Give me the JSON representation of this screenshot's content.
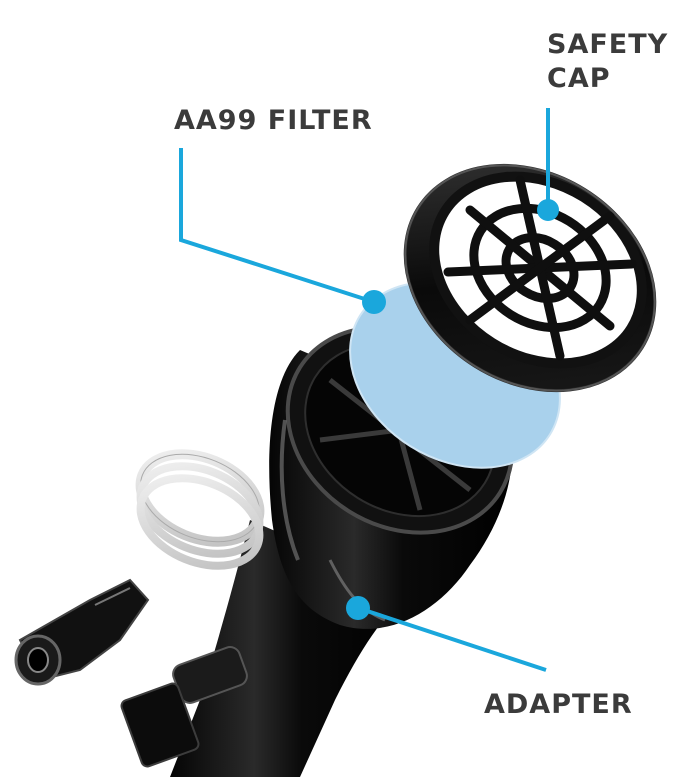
{
  "colors": {
    "label_text": "#3b3b3b",
    "callout_line": "#1aa7dc",
    "callout_dot": "#1aa7dc",
    "filter_disc": "#a9d1ec",
    "body_black": "#0d0d0d",
    "highlight": "#8a8a8a",
    "ring": "#d8d8d8"
  },
  "callouts": {
    "safety_cap": {
      "line1": "SAFETY",
      "line2": "CAP"
    },
    "filter": {
      "label": "AA99 FILTER"
    },
    "adapter": {
      "label": "ADAPTER"
    }
  }
}
